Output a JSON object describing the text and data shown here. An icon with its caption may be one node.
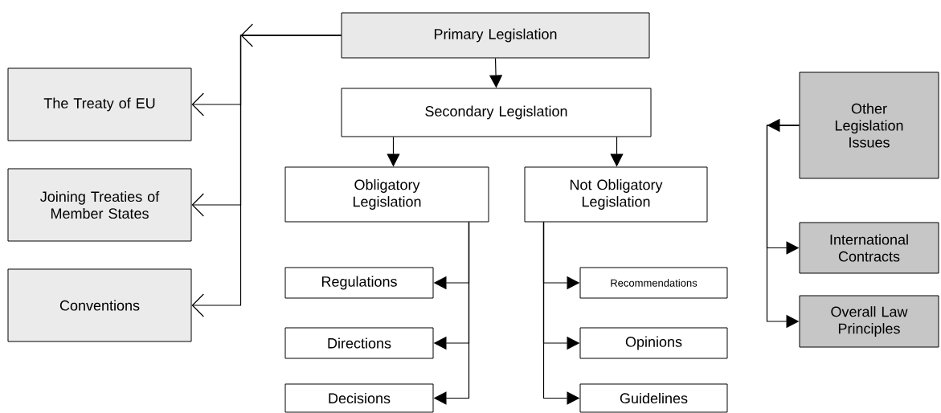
{
  "diagram": {
    "nodes": [
      {
        "text": [
          "Primary Legislation"
        ]
      },
      {
        "text": [
          "Secondary Legislation"
        ]
      },
      {
        "text": [
          "The Treaty of EU"
        ]
      },
      {
        "text": [
          "Joining Treaties of Member States"
        ]
      },
      {
        "text": [
          "Conventions"
        ]
      },
      {
        "text": [
          "Obligatory Legislation"
        ]
      },
      {
        "text": [
          "Not Obligatory Legislation"
        ]
      },
      {
        "text": [
          "Other Legislation Issues"
        ]
      },
      {
        "text": [
          "International Contracts"
        ]
      },
      {
        "text": [
          "Overall Law Principles"
        ]
      },
      {
        "text": [
          "Regulations"
        ]
      },
      {
        "text": [
          "Directions"
        ]
      },
      {
        "text": [
          "Decisions"
        ]
      },
      {
        "text": [
          "Recommendations"
        ]
      },
      {
        "text": [
          "Opinions"
        ]
      },
      {
        "text": [
          "Guidelines"
        ]
      }
    ],
    "edges": [
      {
        "from": 0,
        "to": 1,
        "arrow": "to"
      },
      {
        "from": 1,
        "to": 5,
        "arrow": "to"
      },
      {
        "from": 1,
        "to": 6,
        "arrow": "to"
      },
      {
        "from": 0,
        "to": null,
        "arrow": "to"
      },
      {
        "from": 0,
        "to": 2,
        "arrow": "to"
      },
      {
        "from": 0,
        "to": 3,
        "arrow": "to"
      },
      {
        "from": 0,
        "to": 4,
        "arrow": "to"
      },
      {
        "from": 5,
        "to": 10,
        "arrow": "to"
      },
      {
        "from": 5,
        "to": 11,
        "arrow": "to"
      },
      {
        "from": 5,
        "to": 12,
        "arrow": "to"
      },
      {
        "from": 6,
        "to": 13,
        "arrow": "to"
      },
      {
        "from": 6,
        "to": 14,
        "arrow": "to"
      },
      {
        "from": 6,
        "to": 15,
        "arrow": "to"
      },
      {
        "from": 7,
        "to": null,
        "arrow": "to"
      },
      {
        "from": 7,
        "to": 8,
        "arrow": "to"
      },
      {
        "from": 7,
        "to": 9,
        "arrow": "to"
      }
    ]
  }
}
